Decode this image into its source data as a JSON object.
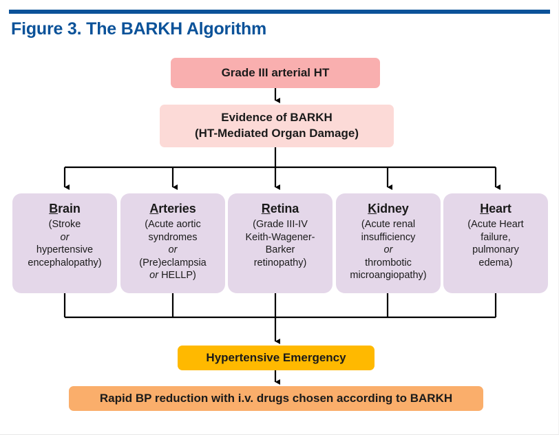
{
  "figure": {
    "title": "Figure 3. The BARKH Algorithm",
    "accent_color": "#0B5299"
  },
  "nodes": {
    "grade": {
      "label": "Grade III arterial HT",
      "color": "#F9AFAF"
    },
    "evidence": {
      "line1": "Evidence of BARKH",
      "line2": "(HT-Mediated Organ Damage)",
      "color": "#FCDAD7"
    },
    "emergency": {
      "label": "Hypertensive Emergency",
      "color": "#FFB900"
    },
    "rapid": {
      "label": "Rapid BP reduction with i.v. drugs chosen according to BARKH",
      "color": "#FAAE6B"
    }
  },
  "organs": {
    "color": "#E4D7E9",
    "items": [
      {
        "initial": "B",
        "rest": "rain",
        "lines": [
          "(Stroke",
          "or",
          "hypertensive",
          "encephalopathy)"
        ],
        "italic_lines": [
          1
        ]
      },
      {
        "initial": "A",
        "rest": "rteries",
        "lines": [
          "(Acute aortic",
          "syndromes",
          "or",
          "(Pre)eclampsia",
          "or HELLP)"
        ],
        "italic_lines": [
          2
        ]
      },
      {
        "initial": "R",
        "rest": "etina",
        "lines": [
          "(Grade III-IV",
          "Keith-Wagener-",
          "Barker",
          "retinopathy)"
        ],
        "italic_lines": []
      },
      {
        "initial": "K",
        "rest": "idney",
        "lines": [
          "(Acute renal",
          "insufficiency",
          "or",
          "thrombotic",
          "microangiopathy)"
        ],
        "italic_lines": [
          2
        ]
      },
      {
        "initial": "H",
        "rest": "eart",
        "lines": [
          "(Acute Heart",
          "failure,",
          "pulmonary",
          "edema)"
        ],
        "italic_lines": []
      }
    ]
  }
}
